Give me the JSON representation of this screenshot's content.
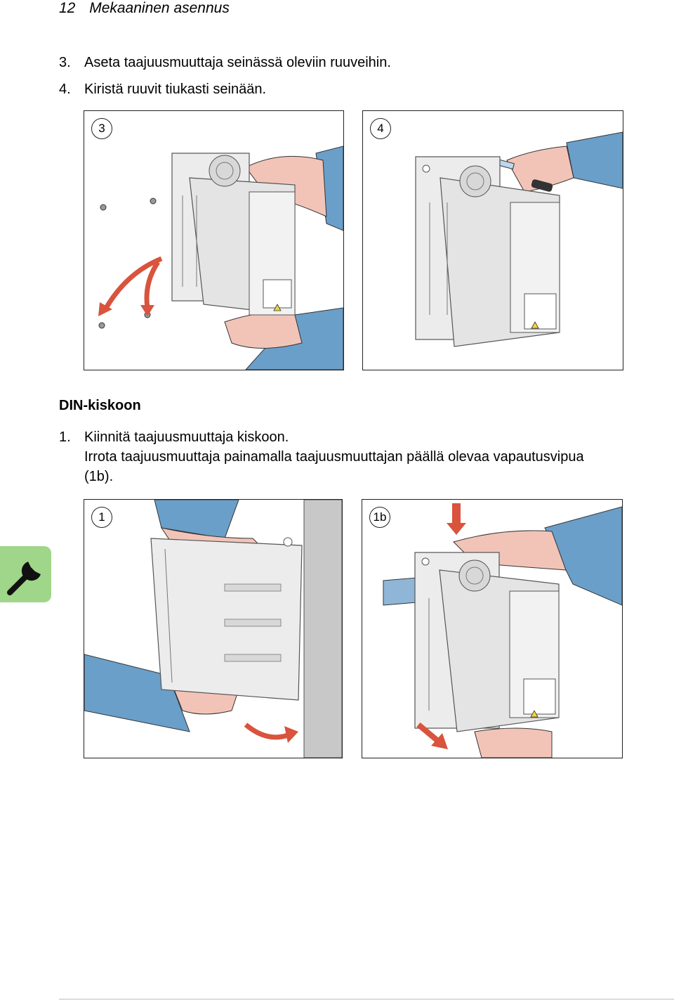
{
  "header": {
    "page_number": "12",
    "section_title": "Mekaaninen asennus"
  },
  "wall_steps": [
    {
      "number": "3.",
      "text": "Aseta taajuusmuuttaja seinässä oleviin ruuveihin."
    },
    {
      "number": "4.",
      "text": "Kiristä ruuvit tiukasti seinään."
    }
  ],
  "figures": {
    "fig3": {
      "label": "3"
    },
    "fig4": {
      "label": "4"
    },
    "fig1": {
      "label": "1"
    },
    "fig1b": {
      "label": "1b"
    }
  },
  "din_section": {
    "heading": "DIN-kiskoon",
    "step_number": "1.",
    "step_text": "Kiinnitä taajuusmuuttaja kiskoon.",
    "note_line1": "Irrota taajuusmuuttaja painamalla taajuusmuuttajan päällä olevaa vapautusvipua",
    "note_line2": "(1b)."
  },
  "side_tab": {
    "icon": "wrench-icon"
  },
  "colors": {
    "sleeve": "#6a9fc9",
    "skin": "#f2c4b8",
    "arrow": "#d9533d",
    "device": "#ececec",
    "device_line": "#555555",
    "wall": "#c8c8c8",
    "tab": "#9fd68a"
  }
}
